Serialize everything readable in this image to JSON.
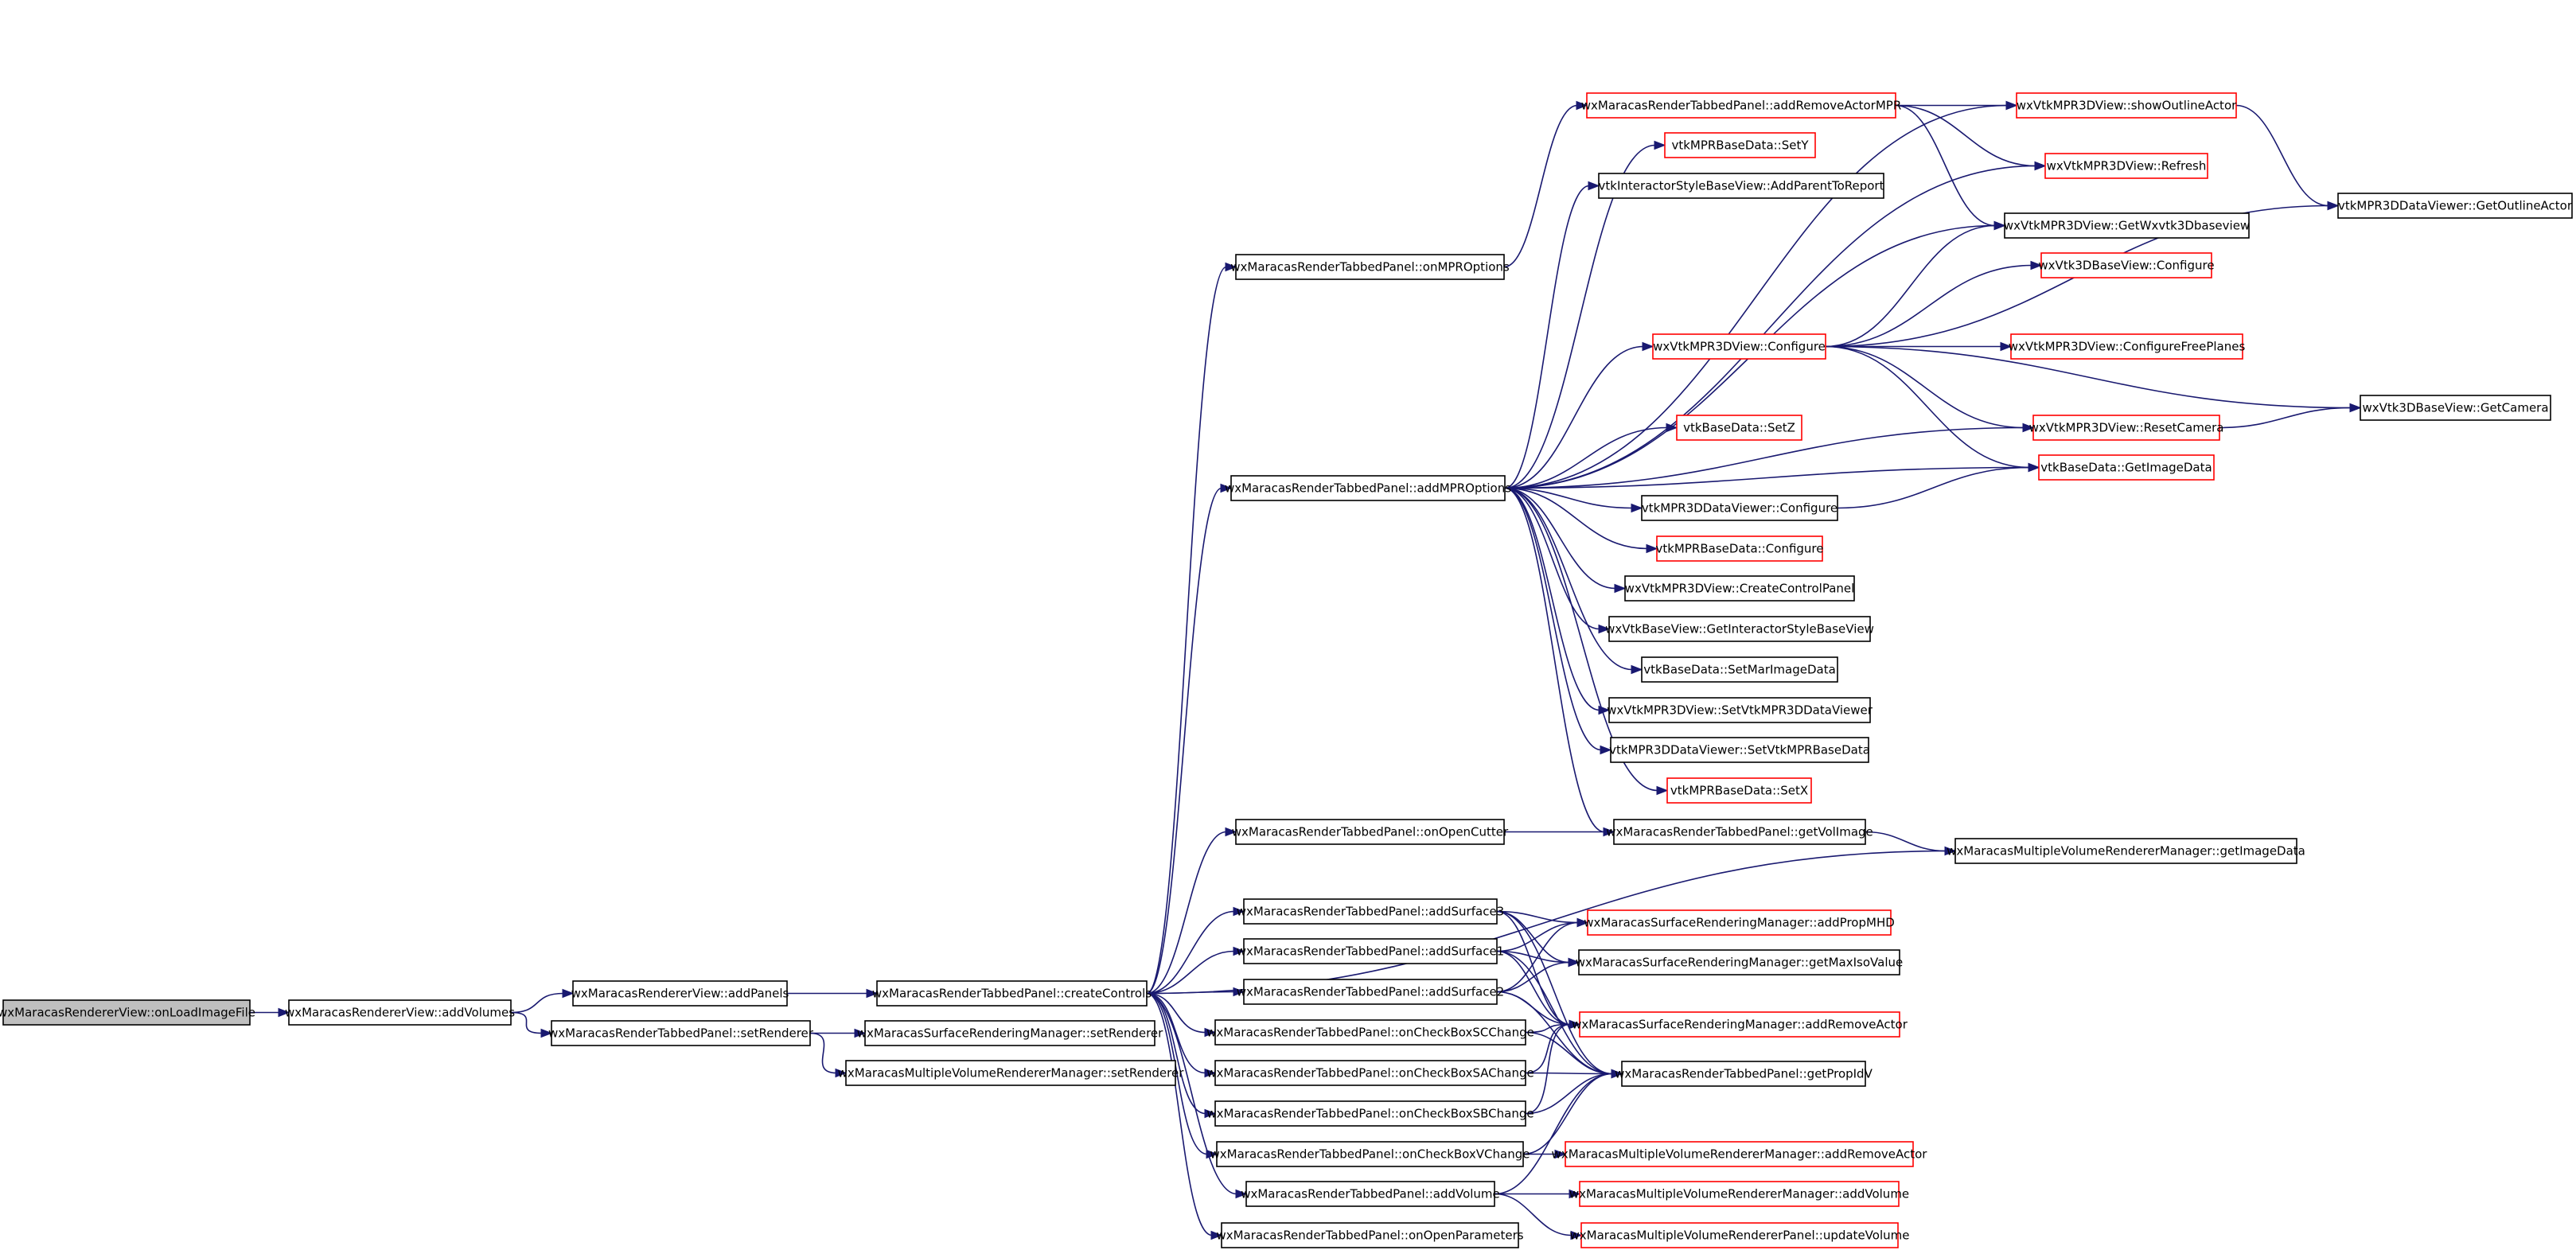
{
  "colors": {
    "edge": "#191970",
    "root_fill": "#bfbfbf",
    "normal_border": "#000000",
    "undocumented_border": "#ff0000",
    "background": "#ffffff"
  },
  "graph": {
    "nodes": [
      {
        "id": "n0",
        "label": "wxMaracasRendererView::onLoadImageFile",
        "style": "root"
      },
      {
        "id": "n1",
        "label": "wxMaracasRendererView::addVolumes",
        "style": "normal"
      },
      {
        "id": "n2",
        "label": "wxMaracasRendererView::addPanels",
        "style": "normal"
      },
      {
        "id": "n3",
        "label": "wxMaracasRenderTabbedPanel::setRenderer",
        "style": "normal"
      },
      {
        "id": "n4",
        "label": "wxMaracasRenderTabbedPanel::createControls",
        "style": "normal"
      },
      {
        "id": "n5",
        "label": "wxMaracasSurfaceRenderingManager::setRenderer",
        "style": "normal"
      },
      {
        "id": "n6",
        "label": "wxMaracasMultipleVolumeRendererManager::setRenderer",
        "style": "normal"
      },
      {
        "id": "n7",
        "label": "wxMaracasRenderTabbedPanel::onMPROptions",
        "style": "normal"
      },
      {
        "id": "n8",
        "label": "wxMaracasRenderTabbedPanel::addMPROptions",
        "style": "normal"
      },
      {
        "id": "n9",
        "label": "wxMaracasRenderTabbedPanel::onOpenCutter",
        "style": "normal"
      },
      {
        "id": "n10",
        "label": "wxMaracasRenderTabbedPanel::addSurface3",
        "style": "normal"
      },
      {
        "id": "n11",
        "label": "wxMaracasRenderTabbedPanel::addSurface1",
        "style": "normal"
      },
      {
        "id": "n12",
        "label": "wxMaracasRenderTabbedPanel::addSurface2",
        "style": "normal"
      },
      {
        "id": "n13",
        "label": "wxMaracasRenderTabbedPanel::onCheckBoxSCChange",
        "style": "normal"
      },
      {
        "id": "n14",
        "label": "wxMaracasRenderTabbedPanel::onCheckBoxSAChange",
        "style": "normal"
      },
      {
        "id": "n15",
        "label": "wxMaracasRenderTabbedPanel::onCheckBoxSBChange",
        "style": "normal"
      },
      {
        "id": "n16",
        "label": "wxMaracasRenderTabbedPanel::onCheckBoxVChange",
        "style": "normal"
      },
      {
        "id": "n17",
        "label": "wxMaracasRenderTabbedPanel::addVolume",
        "style": "normal"
      },
      {
        "id": "n18",
        "label": "wxMaracasRenderTabbedPanel::onOpenParameters",
        "style": "normal"
      },
      {
        "id": "n19",
        "label": "wxMaracasRenderTabbedPanel::addRemoveActorMPR",
        "style": "red"
      },
      {
        "id": "n20",
        "label": "vtkMPRBaseData::SetY",
        "style": "red"
      },
      {
        "id": "n21",
        "label": "vtkInteractorStyleBaseView::AddParentToReport",
        "style": "normal"
      },
      {
        "id": "n22",
        "label": "wxVtkMPR3DView::Configure",
        "style": "red"
      },
      {
        "id": "n23",
        "label": "vtkBaseData::SetZ",
        "style": "red"
      },
      {
        "id": "n24",
        "label": "vtkMPR3DDataViewer::Configure",
        "style": "normal"
      },
      {
        "id": "n25",
        "label": "vtkMPRBaseData::Configure",
        "style": "red"
      },
      {
        "id": "n26",
        "label": "wxVtkMPR3DView::CreateControlPanel",
        "style": "normal"
      },
      {
        "id": "n27",
        "label": "wxVtkBaseView::GetInteractorStyleBaseView",
        "style": "normal"
      },
      {
        "id": "n28",
        "label": "vtkBaseData::SetMarImageData",
        "style": "normal"
      },
      {
        "id": "n29",
        "label": "wxVtkMPR3DView::SetVtkMPR3DDataViewer",
        "style": "normal"
      },
      {
        "id": "n30",
        "label": "vtkMPR3DDataViewer::SetVtkMPRBaseData",
        "style": "normal"
      },
      {
        "id": "n31",
        "label": "vtkMPRBaseData::SetX",
        "style": "red"
      },
      {
        "id": "n32",
        "label": "wxMaracasRenderTabbedPanel::getVolImage",
        "style": "normal"
      },
      {
        "id": "n33",
        "label": "wxMaracasMultipleVolumeRendererManager::getImageData",
        "style": "normal"
      },
      {
        "id": "n34",
        "label": "wxMaracasSurfaceRenderingManager::addPropMHD",
        "style": "red"
      },
      {
        "id": "n35",
        "label": "wxMaracasSurfaceRenderingManager::getMaxIsoValue",
        "style": "normal"
      },
      {
        "id": "n36",
        "label": "wxMaracasSurfaceRenderingManager::addRemoveActor",
        "style": "red"
      },
      {
        "id": "n37",
        "label": "wxMaracasRenderTabbedPanel::getPropIdV",
        "style": "normal"
      },
      {
        "id": "n38",
        "label": "wxMaracasMultipleVolumeRendererManager::addRemoveActor",
        "style": "red"
      },
      {
        "id": "n39",
        "label": "wxMaracasMultipleVolumeRendererManager::addVolume",
        "style": "red"
      },
      {
        "id": "n40",
        "label": "wxMaracasMultipleVolumeRendererPanel::updateVolume",
        "style": "red"
      },
      {
        "id": "n41",
        "label": "wxVtkMPR3DView::showOutlineActor",
        "style": "red"
      },
      {
        "id": "n42",
        "label": "wxVtkMPR3DView::Refresh",
        "style": "red"
      },
      {
        "id": "n43",
        "label": "wxVtkMPR3DView::GetWxvtk3Dbaseview",
        "style": "normal"
      },
      {
        "id": "n44",
        "label": "wxVtk3DBaseView::Configure",
        "style": "red"
      },
      {
        "id": "n45",
        "label": "wxVtkMPR3DView::ConfigureFreePlanes",
        "style": "red"
      },
      {
        "id": "n46",
        "label": "wxVtkMPR3DView::ResetCamera",
        "style": "red"
      },
      {
        "id": "n47",
        "label": "vtkBaseData::GetImageData",
        "style": "red"
      },
      {
        "id": "n48",
        "label": "vtkMPR3DDataViewer::GetOutlineActor",
        "style": "normal"
      },
      {
        "id": "n49",
        "label": "wxVtk3DBaseView::GetCamera",
        "style": "normal"
      }
    ],
    "edges": [
      [
        "n0",
        "n1"
      ],
      [
        "n1",
        "n2"
      ],
      [
        "n1",
        "n3"
      ],
      [
        "n2",
        "n4"
      ],
      [
        "n3",
        "n5"
      ],
      [
        "n3",
        "n6"
      ],
      [
        "n4",
        "n7"
      ],
      [
        "n4",
        "n8"
      ],
      [
        "n4",
        "n9"
      ],
      [
        "n4",
        "n33"
      ],
      [
        "n4",
        "n10"
      ],
      [
        "n4",
        "n11"
      ],
      [
        "n4",
        "n12"
      ],
      [
        "n4",
        "n13"
      ],
      [
        "n4",
        "n14"
      ],
      [
        "n4",
        "n15"
      ],
      [
        "n4",
        "n16"
      ],
      [
        "n4",
        "n17"
      ],
      [
        "n4",
        "n18"
      ],
      [
        "n7",
        "n19"
      ],
      [
        "n8",
        "n41"
      ],
      [
        "n8",
        "n20"
      ],
      [
        "n8",
        "n21"
      ],
      [
        "n8",
        "n42"
      ],
      [
        "n8",
        "n43"
      ],
      [
        "n8",
        "n22"
      ],
      [
        "n8",
        "n46"
      ],
      [
        "n8",
        "n23"
      ],
      [
        "n8",
        "n47"
      ],
      [
        "n8",
        "n24"
      ],
      [
        "n8",
        "n25"
      ],
      [
        "n8",
        "n26"
      ],
      [
        "n8",
        "n27"
      ],
      [
        "n8",
        "n28"
      ],
      [
        "n8",
        "n29"
      ],
      [
        "n8",
        "n30"
      ],
      [
        "n8",
        "n31"
      ],
      [
        "n8",
        "n32"
      ],
      [
        "n9",
        "n32"
      ],
      [
        "n32",
        "n33"
      ],
      [
        "n10",
        "n34"
      ],
      [
        "n10",
        "n35"
      ],
      [
        "n10",
        "n36"
      ],
      [
        "n10",
        "n37"
      ],
      [
        "n11",
        "n34"
      ],
      [
        "n11",
        "n35"
      ],
      [
        "n11",
        "n36"
      ],
      [
        "n11",
        "n37"
      ],
      [
        "n12",
        "n34"
      ],
      [
        "n12",
        "n35"
      ],
      [
        "n12",
        "n36"
      ],
      [
        "n12",
        "n37"
      ],
      [
        "n13",
        "n36"
      ],
      [
        "n13",
        "n37"
      ],
      [
        "n14",
        "n36"
      ],
      [
        "n14",
        "n37"
      ],
      [
        "n15",
        "n36"
      ],
      [
        "n15",
        "n37"
      ],
      [
        "n16",
        "n37"
      ],
      [
        "n16",
        "n38"
      ],
      [
        "n17",
        "n37"
      ],
      [
        "n17",
        "n39"
      ],
      [
        "n17",
        "n40"
      ],
      [
        "n19",
        "n41"
      ],
      [
        "n19",
        "n42"
      ],
      [
        "n19",
        "n43"
      ],
      [
        "n22",
        "n44"
      ],
      [
        "n22",
        "n43"
      ],
      [
        "n22",
        "n48"
      ],
      [
        "n22",
        "n45"
      ],
      [
        "n22",
        "n46"
      ],
      [
        "n22",
        "n49"
      ],
      [
        "n22",
        "n47"
      ],
      [
        "n24",
        "n47"
      ],
      [
        "n41",
        "n48"
      ],
      [
        "n46",
        "n49"
      ]
    ]
  }
}
